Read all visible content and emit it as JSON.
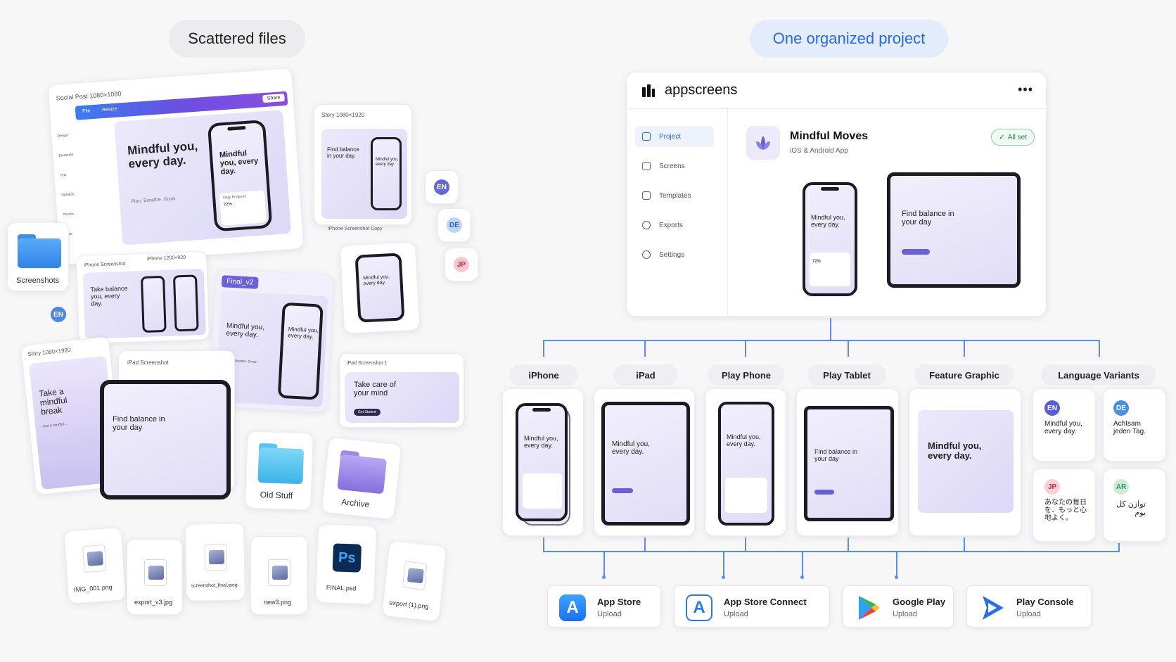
{
  "left": {
    "title": "Scattered files",
    "editor": {
      "doc_title": "Social Post 1080×1080",
      "file_menu": "File",
      "resize_menu": "Resize",
      "share_label": "Share",
      "sidebar": [
        "Design",
        "Elements",
        "Text",
        "Uploads",
        "Photos",
        "Apps"
      ],
      "headline": "Mindful you, every day.",
      "tagline": "Plan. Breathe. Grow.",
      "phone_headline": "Mindful you, every day.",
      "progress_label": "Daily Progress",
      "progress_value": "72%"
    },
    "story_card": {
      "label": "Story 1080×1920",
      "headline": "Find balance in your day.",
      "phone_text": "Mindful you, every day."
    },
    "iphone_copy_label": "iPhone Screenshot Copy",
    "folder_screenshots": "Screenshots",
    "iphone_screenshot": {
      "label": "iPhone Screenshot",
      "label2": "iPhone 1200×920",
      "headline": "Take balance you, every day."
    },
    "final_v2": {
      "tag": "Final_v2",
      "headline": "Mindful you, every day.",
      "phone_text": "Mindful you, every day.",
      "tagline": "Plan. Breathe. Grow."
    },
    "iphone_small": {
      "headline": "Mindful you, every day."
    },
    "story2": {
      "label": "Story 1080×1920",
      "headline": "Take a mindful break",
      "sub": "Just a mindful..."
    },
    "ipad_shot": {
      "label": "iPad Screenshot",
      "headline": "Find balance in your day"
    },
    "ipad_shot1": {
      "label": "iPad Screenshot 1",
      "headline": "Take care of your mind",
      "button": "Get Started"
    },
    "folders": [
      "Old Stuff",
      "Archive"
    ],
    "files": [
      "IMG_001.png",
      "export_v3.jpg",
      "screenshot_final.jpeg",
      "new3.png",
      "FINAL.psd",
      "export (1).png"
    ],
    "lang_badges": [
      "EN",
      "DE",
      "JP",
      "EN"
    ]
  },
  "right": {
    "title": "One organized project",
    "app": {
      "brand": "appscreens",
      "menu": "•••",
      "nav": [
        "Project",
        "Screens",
        "Templates",
        "Exports",
        "Settings"
      ],
      "project_name": "Mindful Moves",
      "project_sub": "iOS & Android App",
      "status": "All set",
      "phone_headline": "Mindful you, every day.",
      "tablet_headline": "Find balance in your day",
      "progress_value": "72%"
    },
    "categories": [
      "iPhone",
      "iPad",
      "Play Phone",
      "Play Tablet",
      "Feature Graphic",
      "Language Variants"
    ],
    "cards": {
      "iphone": "Mindful you, every day.",
      "ipad": "Mindful you, every day.",
      "play_phone": "Mindful you, every day.",
      "play_tablet": "Find balance in your day",
      "feature": "Mindful you, every day."
    },
    "languages": [
      {
        "code": "EN",
        "text": "Mindful you, every day.",
        "color": "#5a5fd0"
      },
      {
        "code": "DE",
        "text": "Achtsam jeden Tag.",
        "color": "#4b8fe0"
      },
      {
        "code": "JP",
        "text": "あなたの毎日を、もっと心地よく。",
        "color": "#d9473e"
      },
      {
        "code": "AR",
        "text": "توازن كل يوم",
        "color": "#2e9a5f"
      }
    ],
    "destinations": [
      {
        "name": "App Store",
        "sub": "Upload"
      },
      {
        "name": "App Store Connect",
        "sub": "Upload"
      },
      {
        "name": "Google Play",
        "sub": "Upload"
      },
      {
        "name": "Play Console",
        "sub": "Upload"
      }
    ]
  }
}
